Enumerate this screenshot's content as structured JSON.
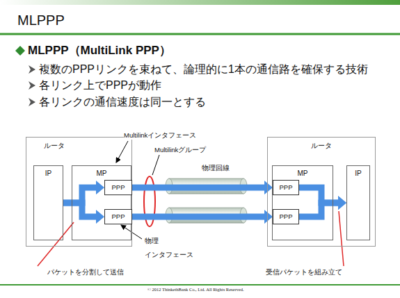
{
  "diagram": {
    "title": "MLPPP",
    "nodes": [
      {
        "text": [
          "ルータ"
        ]
      },
      {
        "text": [
          "IP"
        ],
        "in": 0
      },
      {
        "text": [
          "MP"
        ],
        "in": 0
      },
      {
        "text": [
          "PPP"
        ],
        "in": 2
      },
      {
        "text": [
          "PPP"
        ],
        "in": 2
      },
      {
        "text": [
          "ルータ"
        ]
      },
      {
        "text": [
          "MP"
        ],
        "in": 5
      },
      {
        "text": [
          "PPP"
        ],
        "in": 6
      },
      {
        "text": [
          "PPP"
        ],
        "in": 6
      },
      {
        "text": [
          "IP"
        ],
        "in": 5
      }
    ],
    "edges": [
      {
        "from": 1,
        "to": 3,
        "arrow": "to"
      },
      {
        "from": 1,
        "to": 4,
        "arrow": "to"
      },
      {
        "from": 3,
        "to": 7,
        "arrow": "to"
      },
      {
        "from": 4,
        "to": 8,
        "arrow": "to"
      },
      {
        "from": 7,
        "to": 9,
        "arrow": "to"
      },
      {
        "from": 8,
        "to": 9,
        "arrow": "to"
      }
    ],
    "labels": [
      "MLPPP（MultiLink PPP）",
      "複数のPPPリンクを束ねて、論理的に1本の通信路を確保する技術",
      "各リンク上でPPPが動作",
      "各リンクの通信速度は同一とする",
      "Multilinkインタフェース",
      "Multilinkグループ",
      "物理回線",
      "物理 インタフェース",
      "パケットを分割して送信",
      "受信パケットを組み立て",
      "© 2012 ThinkethBank Co., Ltd. All Rights Reserved."
    ]
  }
}
